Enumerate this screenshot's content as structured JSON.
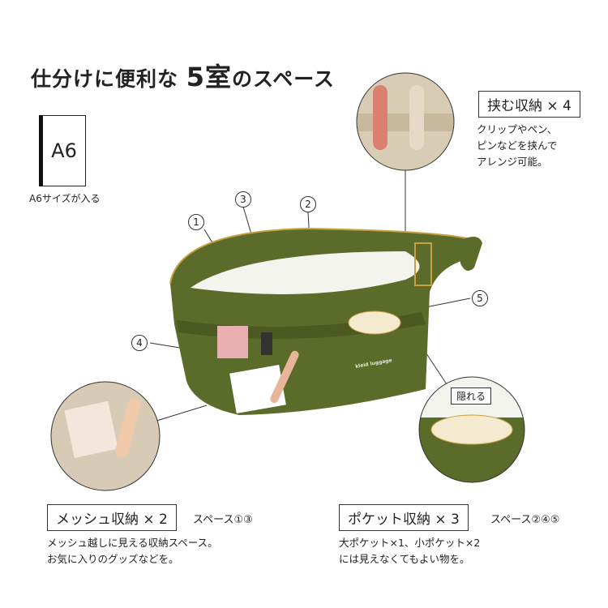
{
  "title": {
    "prefix": "仕分けに便利な",
    "highlight": "5室",
    "suffix": "のスペース"
  },
  "a6": {
    "label": "A6",
    "caption": "A6サイズが入る"
  },
  "clip_feature": {
    "label": "挟む収納 × 4",
    "lines": [
      "クリップやペン、",
      "ピンなどを挟んで",
      "アレンジ可能。"
    ]
  },
  "hidden_callout": {
    "label": "隠れる"
  },
  "mesh_feature": {
    "label": "メッシュ収納 × 2",
    "spaces": "スペース①③",
    "lines": [
      "メッシュ越しに見える収納スペース。",
      "お気に入りのグッズなどを。"
    ]
  },
  "pocket_feature": {
    "label": "ポケット収納 × 3",
    "spaces": "スペース②④⑤",
    "lines": [
      "大ポケット×1、小ポケット×2",
      "には見えなくてもよい物を。"
    ]
  },
  "markers": [
    "1",
    "2",
    "3",
    "4",
    "5"
  ],
  "bag": {
    "brand": "kleid luggage",
    "color": "#5b6b2a"
  }
}
